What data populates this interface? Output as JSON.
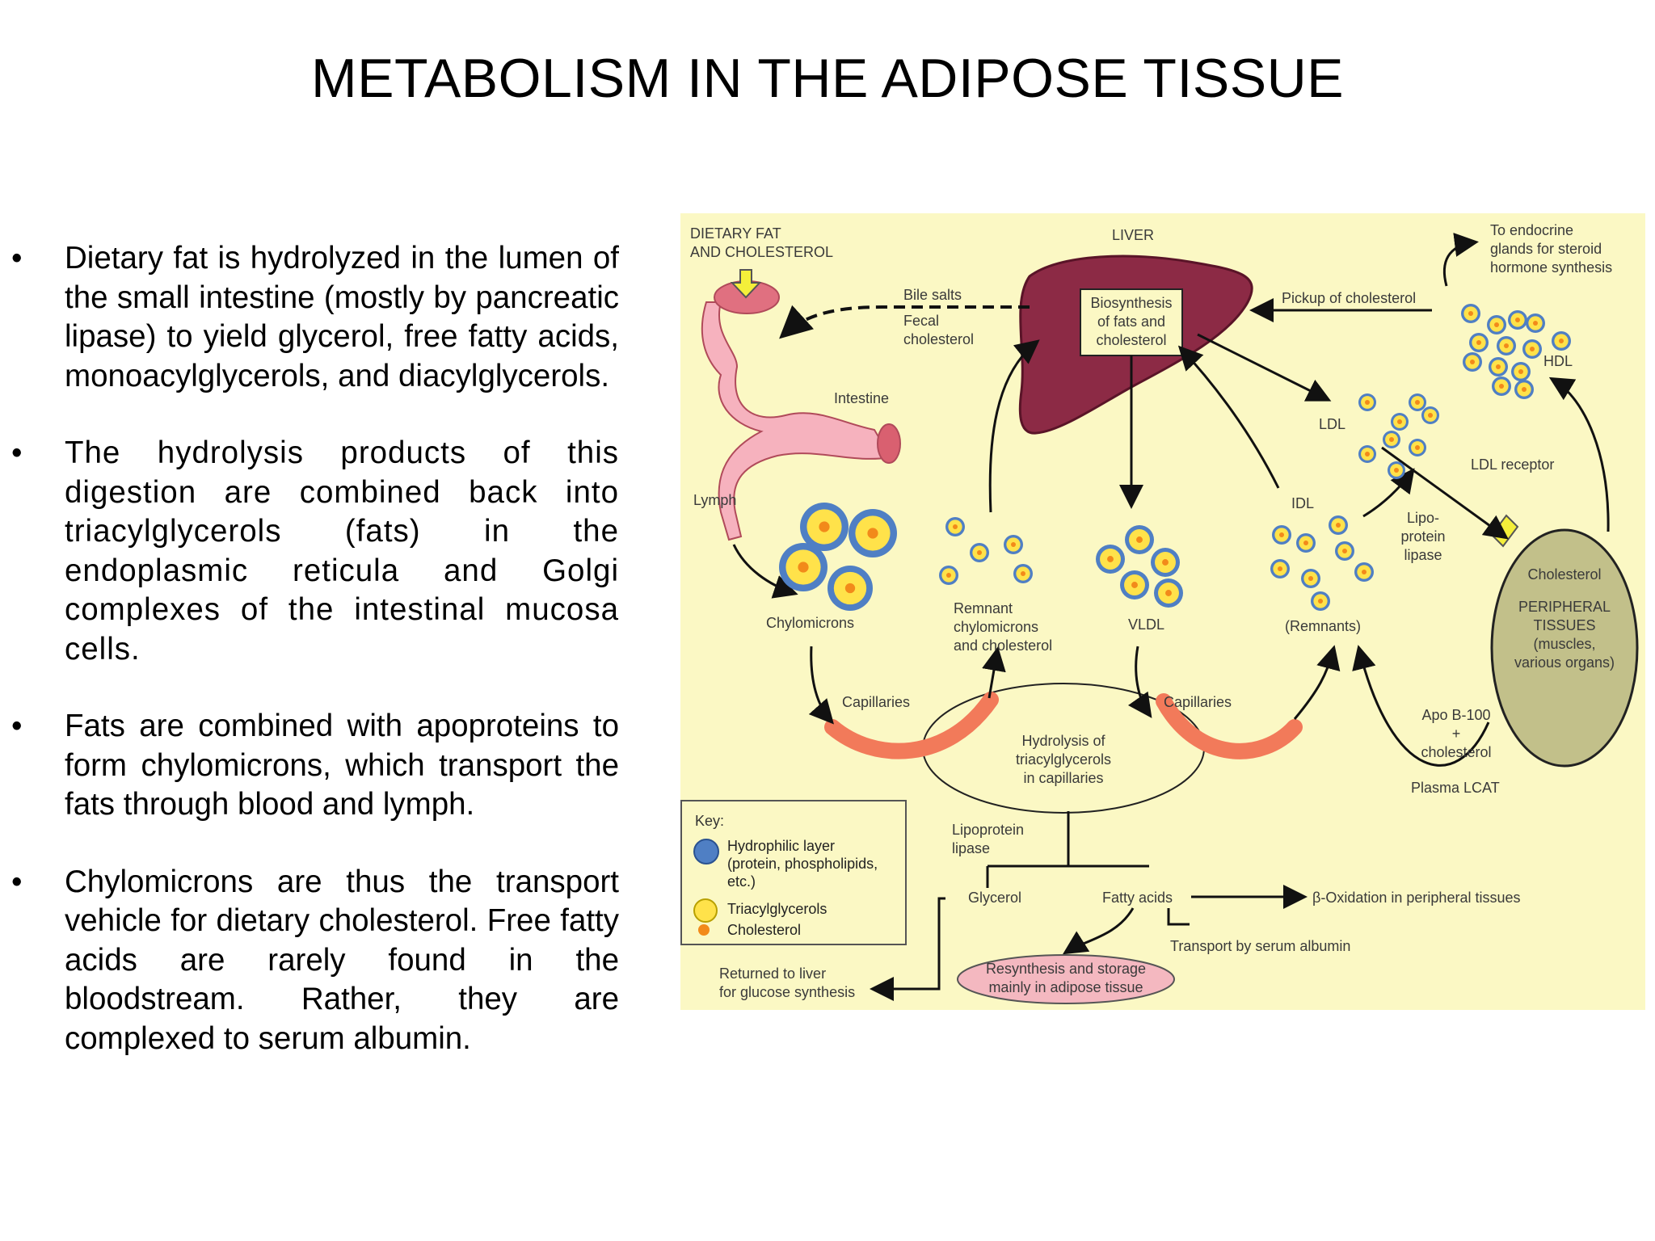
{
  "slide": {
    "title": "METABOLISM IN THE ADIPOSE TISSUE",
    "bullet_marker": "•",
    "bullets": [
      "Dietary fat is hydrolyzed in the lumen of the small intestine (mostly by pancreatic lipase) to yield glycerol, free fatty acids, monoacylglycerols, and diacylglycerols.",
      "The hydrolysis products of this digestion are combined back into triacylglycerols (fats) in the endoplasmic reticula and Golgi complexes of the intestinal mucosa cells.",
      "Fats are combined with apoproteins to form chylomicrons, which transport the fats through blood and lymph.",
      "Chylomicrons are thus the transport vehicle for dietary cholesterol. Free fatty acids are rarely found in the bloodstream. Rather, they are complexed to serum albumin."
    ]
  },
  "figure": {
    "colors": {
      "background": "#fbf8c4",
      "liver": "#8c2a45",
      "hydrophilic": "#4f7fc4",
      "triacylglycerol": "#ffe24a",
      "cholesterol": "#f28a1a",
      "capillary": "#f27a5a",
      "peripheral": "#c2c08a",
      "resynthesis": "#f4b8c0"
    },
    "labels": {
      "dietary_fat": "DIETARY FAT\nAND CHOLESTEROL",
      "liver": "LIVER",
      "biosynthesis": "Biosynthesis\nof fats and\ncholesterol",
      "bile_salts": "Bile salts",
      "fecal_cholesterol": "Fecal\ncholesterol",
      "intestine": "Intestine",
      "lymph": "Lymph",
      "to_endocrine": "To endocrine\nglands for steroid\nhormone synthesis",
      "pickup_cholesterol": "Pickup of cholesterol",
      "hdl": "HDL",
      "ldl": "LDL",
      "ldl_receptor": "LDL receptor",
      "idl": "IDL",
      "lipoprotein_lipase_1": "Lipo-\nprotein\nlipase",
      "cholesterol": "Cholesterol",
      "peripheral_tissues": "PERIPHERAL\nTISSUES\n(muscles,\nvarious organs)",
      "chylomicrons": "Chylomicrons",
      "remnant_chylomicrons": "Remnant\nchylomicrons\nand cholesterol",
      "vldl": "VLDL",
      "remnants": "(Remnants)",
      "capillaries_left": "Capillaries",
      "capillaries_right": "Capillaries",
      "apo_b100": "Apo B-100\n+\ncholesterol",
      "plasma_lcat": "Plasma LCAT",
      "hydrolysis": "Hydrolysis of\ntriacylglycerols\nin capillaries",
      "lipoprotein_lipase_2": "Lipoprotein\nlipase",
      "glycerol": "Glycerol",
      "fatty_acids": "Fatty acids",
      "beta_oxidation": "β-Oxidation in peripheral tissues",
      "transport_albumin": "Transport by serum albumin",
      "resynthesis": "Resynthesis and storage\nmainly in adipose tissue",
      "returned_liver": "Returned to liver\nfor glucose synthesis"
    },
    "key": {
      "title": "Key:",
      "hydrophilic": "Hydrophilic layer\n(protein, phospholipids,\n etc.)",
      "triacylglycerols": "Triacylglycerols",
      "cholesterol": "Cholesterol"
    }
  }
}
